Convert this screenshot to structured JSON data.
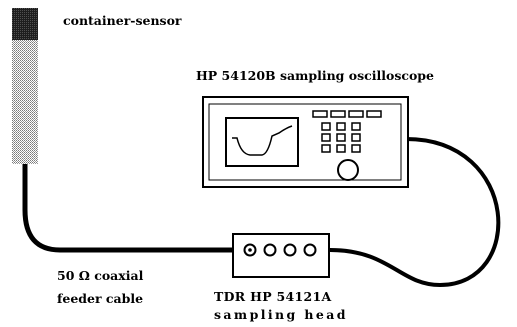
{
  "labels": {
    "sensor": "container-sensor",
    "oscilloscope": "HP 54120B sampling oscilloscope",
    "cable_line1": "50 Ω coaxial",
    "cable_line2": "feeder cable",
    "tdr_line1": "TDR HP 54121A",
    "tdr_line2": "sampling head"
  },
  "colors": {
    "line": "#000000",
    "sensor_top": "#3a3a3a",
    "sensor_body": "#a8a8a8",
    "background": "#ffffff"
  }
}
